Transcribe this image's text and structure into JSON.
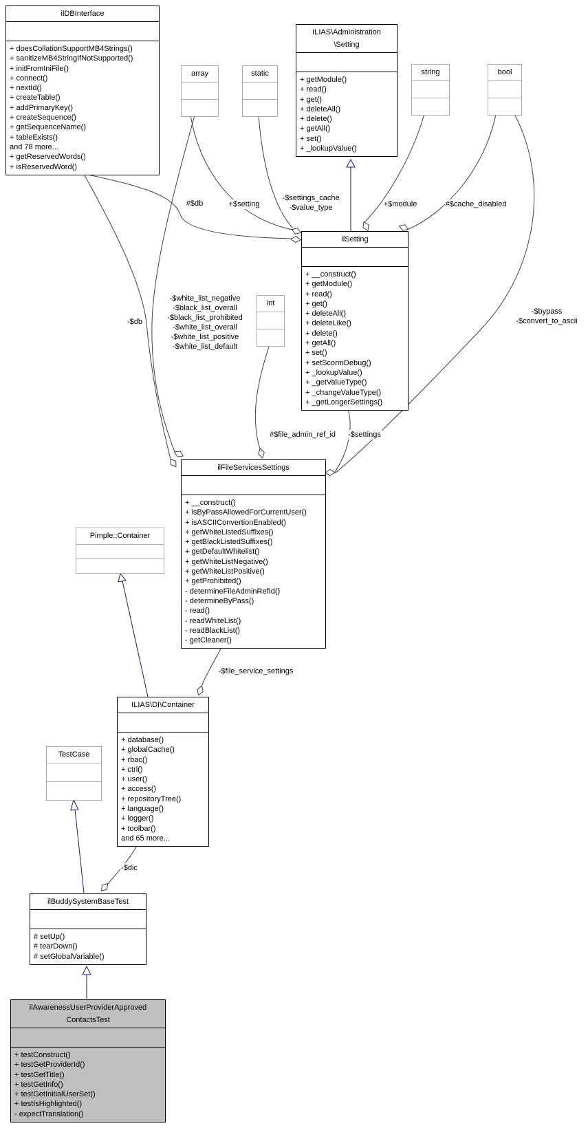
{
  "diagram_title": "UML collaboration diagram",
  "colors": {
    "edge": "#404040",
    "inheritance": "#191970",
    "highlight_fill": "#bfbfbf",
    "class_border": "#000000",
    "type_border": "#ababab",
    "background": "#ffffff"
  },
  "classes": {
    "ildb": {
      "name": "ilDBInterface",
      "methods": [
        "+ doesCollationSupportMB4Strings()",
        "+ sanitizeMB4StringIfNotSupported()",
        "+ initFromIniFile()",
        "+ connect()",
        "+ nextId()",
        "+ createTable()",
        "+ addPrimaryKey()",
        "+ createSequence()",
        "+ getSequenceName()",
        "+ tableExists()",
        "and 78 more...",
        "+ getReservedWords()",
        "+ isReservedWord()"
      ]
    },
    "admin_setting": {
      "name": "ILIAS\\Administration\n\\Setting",
      "methods": [
        "+ getModule()",
        "+ read()",
        "+ get()",
        "+ deleteAll()",
        "+ delete()",
        "+ getAll()",
        "+ set()",
        "+ _lookupValue()"
      ]
    },
    "ilsetting": {
      "name": "ilSetting",
      "methods": [
        "+ __construct()",
        "+ getModule()",
        "+ read()",
        "+ get()",
        "+ deleteAll()",
        "+ deleteLike()",
        "+ delete()",
        "+ getAll()",
        "+ set()",
        "+ setScormDebug()",
        "+ _lookupValue()",
        "+ _getValueType()",
        "+ _changeValueType()",
        "+ _getLongerSettings()"
      ]
    },
    "fss": {
      "name": "ilFileServicesSettings",
      "methods": [
        "+ __construct()",
        "+ isByPassAllowedForCurrentUser()",
        "+ isASCIIConvertionEnabled()",
        "+ getWhiteListedSuffixes()",
        "+ getBlackListedSuffixes()",
        "+ getDefaultWhitelist()",
        "+ getWhiteListNegative()",
        "+ getWhiteListPositive()",
        "+ getProhibited()",
        "- determineFileAdminRefId()",
        "- determineByPass()",
        "- read()",
        "- readWhiteList()",
        "- readBlackList()",
        "- getCleaner()"
      ]
    },
    "pimple": {
      "name": "Pimple::Container"
    },
    "di": {
      "name": "ILIAS\\DI\\Container",
      "methods": [
        "+ database()",
        "+ globalCache()",
        "+ rbac()",
        "+ ctrl()",
        "+ user()",
        "+ access()",
        "+ repositoryTree()",
        "+ language()",
        "+ logger()",
        "+ toolbar()",
        "and 65 more..."
      ]
    },
    "testcase": {
      "name": "TestCase"
    },
    "buddy": {
      "name": "ilBuddySystemBaseTest",
      "methods": [
        "# setUp()",
        "# tearDown()",
        "# setGlobalVariable()"
      ]
    },
    "awareness": {
      "name": "ilAwarenessUserProviderApproved\nContactsTest",
      "methods": [
        "+ testConstruct()",
        "+ testGetProviderId()",
        "+ testGetTitle()",
        "+ testGetInfo()",
        "+ testGetInitialUserSet()",
        "+ testIsHighlighted()",
        "- expectTranslation()"
      ]
    }
  },
  "types": {
    "array": "array",
    "static": "static",
    "string": "string",
    "bool": "bool",
    "int": "int"
  },
  "edge_labels": {
    "db_protected": "#$db",
    "setting": "+$setting",
    "settings_cache": "-$settings_cache\n-$value_type",
    "module": "+$module",
    "cache_disabled": "#$cache_disabled",
    "db_private": "-$db",
    "white_lists": "-$white_list_negative\n-$black_list_overall\n-$black_list_prohibited\n-$white_list_overall\n-$white_list_positive\n-$white_list_default",
    "file_admin_ref_id": "#$file_admin_ref_id",
    "settings": "-$settings",
    "bypass": "-$bypass\n-$convert_to_ascii",
    "file_service_settings": "-$file_service_settings",
    "dic": "-$dic"
  }
}
